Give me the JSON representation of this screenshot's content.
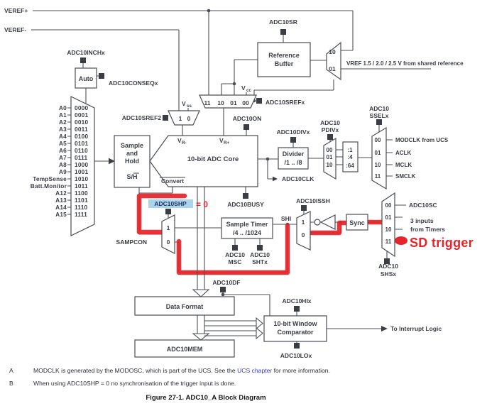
{
  "diagram": {
    "veref_plus": "VEREF+",
    "veref_minus": "VEREF-",
    "input_mux": {
      "inchx": "ADC10INCHx",
      "auto": "Auto",
      "conseqx": "ADC10CONSEQx",
      "channels": [
        {
          "input": "A0",
          "code": "0000"
        },
        {
          "input": "A1",
          "code": "0001"
        },
        {
          "input": "A2",
          "code": "0010"
        },
        {
          "input": "A3",
          "code": "0011"
        },
        {
          "input": "A4",
          "code": "0100"
        },
        {
          "input": "A5",
          "code": "0101"
        },
        {
          "input": "A6",
          "code": "0110"
        },
        {
          "input": "A7",
          "code": "0111"
        },
        {
          "input": "A8",
          "code": "1000"
        },
        {
          "input": "A9",
          "code": "1001"
        },
        {
          "input": "TempSense",
          "code": "1010"
        },
        {
          "input": "Batt.Monitor",
          "code": "1011"
        },
        {
          "input": "A12",
          "code": "1100"
        },
        {
          "input": "A13",
          "code": "1101"
        },
        {
          "input": "A14",
          "code": "1110"
        },
        {
          "input": "A15",
          "code": "1111"
        }
      ]
    },
    "reference": {
      "sref2": "ADC10SREF2",
      "sref2_in1": "1",
      "sref2_in0": "0",
      "vss": "V",
      "vss_sub": "ss",
      "vcc": "V",
      "vcc_sub": "cc",
      "mux_in": [
        "11",
        "10",
        "01",
        "00"
      ],
      "srefx": "ADC10SREFx",
      "sr": "ADC10SR",
      "buffer_l1": "Reference",
      "buffer_l2": "Buffer",
      "out_10": "10",
      "out_01": "01",
      "shared_ref": "VREF 1.5 / 2.0 / 2.5 V from shared reference"
    },
    "core": {
      "on": "ADC10ON",
      "v": "V",
      "vr_minus": "R-",
      "vr_plus": "R+",
      "title": "10-bit ADC Core",
      "convert": "Convert",
      "busy": "ADC10BUSY"
    },
    "sample_hold": {
      "l1": "Sample",
      "l2": "and",
      "l3": "Hold",
      "l4": "S/H"
    },
    "clock": {
      "divx": "ADC10DIVx",
      "divider_l1": "Divider",
      "divider_l2": "/1 .. /8",
      "clk": "ADC10CLK",
      "pdivx_l1": "ADC10",
      "pdivx_l2": "PDIVx",
      "pdiv_in": [
        "00",
        "01",
        "10"
      ],
      "prediv": [
        ":1",
        ":4",
        ":64"
      ],
      "sselx_l1": "ADC10",
      "sselx_l2": "SSELx",
      "ssel_in": [
        "00",
        "01",
        "10",
        "11"
      ],
      "sources": [
        "MODCLK from UCS",
        "ACLK",
        "MCLK",
        "SMCLK"
      ]
    },
    "sampcon": {
      "label": "SAMPCON",
      "shp": "ADC10SHP",
      "shp_value": "= 0",
      "in1": "1",
      "in0": "0"
    },
    "timer": {
      "l1": "Sample Timer",
      "l2": "/4 .. /1024",
      "msc_l1": "ADC10",
      "msc_l2": "MSC",
      "shtx_l1": "ADC10",
      "shtx_l2": "SHTx"
    },
    "trigger": {
      "shi": "SHI",
      "issh": "ADC10ISSH",
      "in1": "1",
      "in0": "0",
      "sync": "Sync",
      "mux_in": [
        "00",
        "01",
        "10",
        "11"
      ],
      "sc": "ADC10SC",
      "timers_l1": "3 inputs",
      "timers_l2": "from Timers",
      "sd": "SD trigger",
      "shsx_l1": "ADC10",
      "shsx_l2": "SHSx"
    },
    "output": {
      "df": "ADC10DF",
      "data_format": "Data Format",
      "mem": "ADC10MEM",
      "hix": "ADC10HIx",
      "comp_l1": "10-bit Window",
      "comp_l2": "Comparator",
      "lox": "ADC10LOx",
      "interrupt": "To Interrupt Logic"
    }
  },
  "notes": {
    "a_tag": "A",
    "a_pre": "MODCLK is generated by the MODOSC, which is part of the UCS. See the ",
    "a_link": "UCS chapter",
    "a_post": " for more information.",
    "b_tag": "B",
    "b_text": "When using ADC10SHP = 0 no synchronisation of the trigger input is done."
  },
  "caption": "Figure 27-1. ADC10_A Block Diagram",
  "colors": {
    "annotation_red": "#e62429",
    "highlight_blue": "#a9d4ea",
    "link_blue": "#3939cf"
  }
}
